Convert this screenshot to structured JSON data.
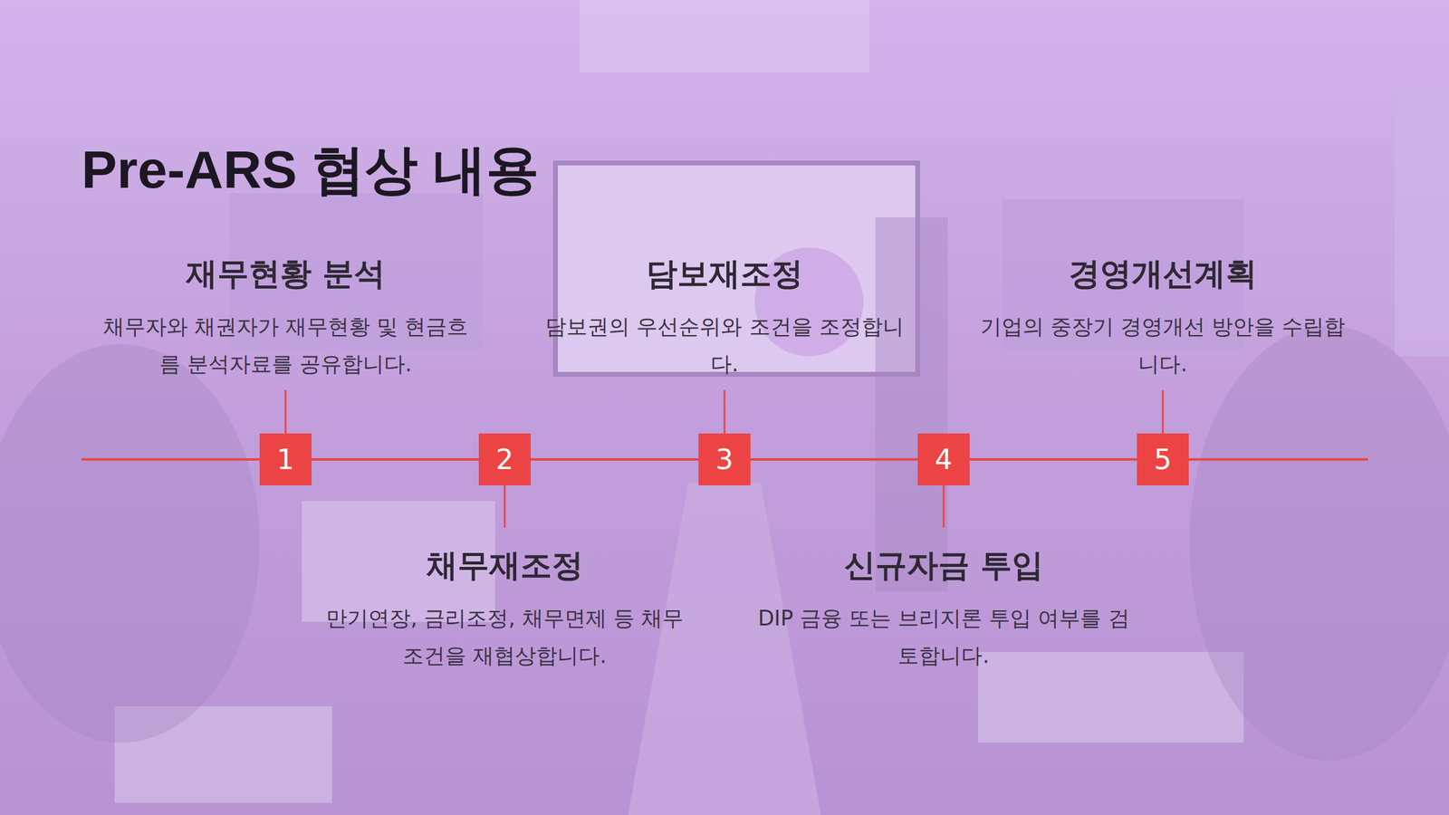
{
  "diagram": {
    "title": "Pre-ARS 협상 내용",
    "nodes": [
      {
        "text": [
          "1"
        ]
      },
      {
        "text": [
          "2"
        ]
      },
      {
        "text": [
          "3"
        ]
      },
      {
        "text": [
          "4"
        ]
      },
      {
        "text": [
          "5"
        ]
      }
    ],
    "edges": [
      {
        "from": 0,
        "to": 1,
        "arrow": "none"
      },
      {
        "from": 1,
        "to": 2,
        "arrow": "none"
      },
      {
        "from": 2,
        "to": 3,
        "arrow": "none"
      },
      {
        "from": 3,
        "to": 4,
        "arrow": "none"
      }
    ],
    "labels": [
      "재무현황 분석",
      "채무자와 채권자가 재무현황 및 현금흐름 분석자료를 공유합니다.",
      "채무재조정",
      "만기연장, 금리조정, 채무면제 등 채무 조건을 재협상합니다.",
      "담보재조정",
      "담보권의 우선순위와 조건을 조정합니다.",
      "신규자금 투입",
      "DIP 금융 또는 브리지론 투입 여부를 검토합니다.",
      "경영개선계획",
      "기업의 중장기 경영개선 방안을 수립합니다."
    ]
  }
}
